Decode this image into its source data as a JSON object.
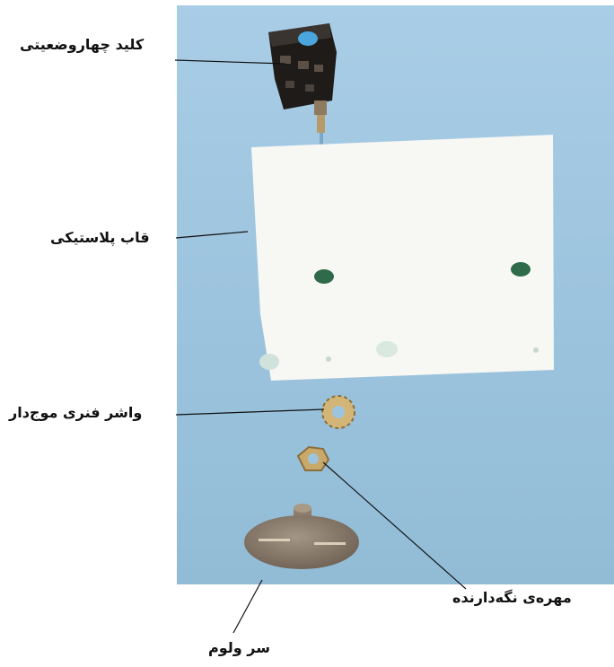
{
  "labels": {
    "rotary_switch": "کلید چهاروضعیتی",
    "plastic_frame": "قاب پلاستیکی",
    "wave_spring_washer": "واشر فنری موج‌دار",
    "retaining_nut": "مهره‌ی نگه‌دارنده",
    "knob": "سر ولوم"
  },
  "colors": {
    "background": "#9cc3dd",
    "frame": "#f7f7f4",
    "switch_body": "#2a2522",
    "knob_metal": "#847768",
    "washer_metal": "#c9a96a"
  }
}
